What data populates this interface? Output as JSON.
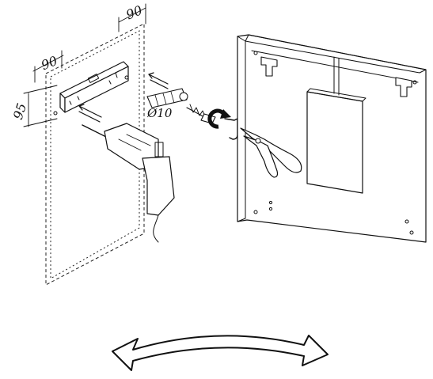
{
  "dimensions": {
    "top_offset": "90",
    "left_offset": "90",
    "height_offset": "95",
    "drill_diameter": "Ø10"
  },
  "icons": {
    "rotate_arrow": "curved-rotation-arrow-icon",
    "flip_arrow": "double-headed-curved-arrow-icon"
  }
}
